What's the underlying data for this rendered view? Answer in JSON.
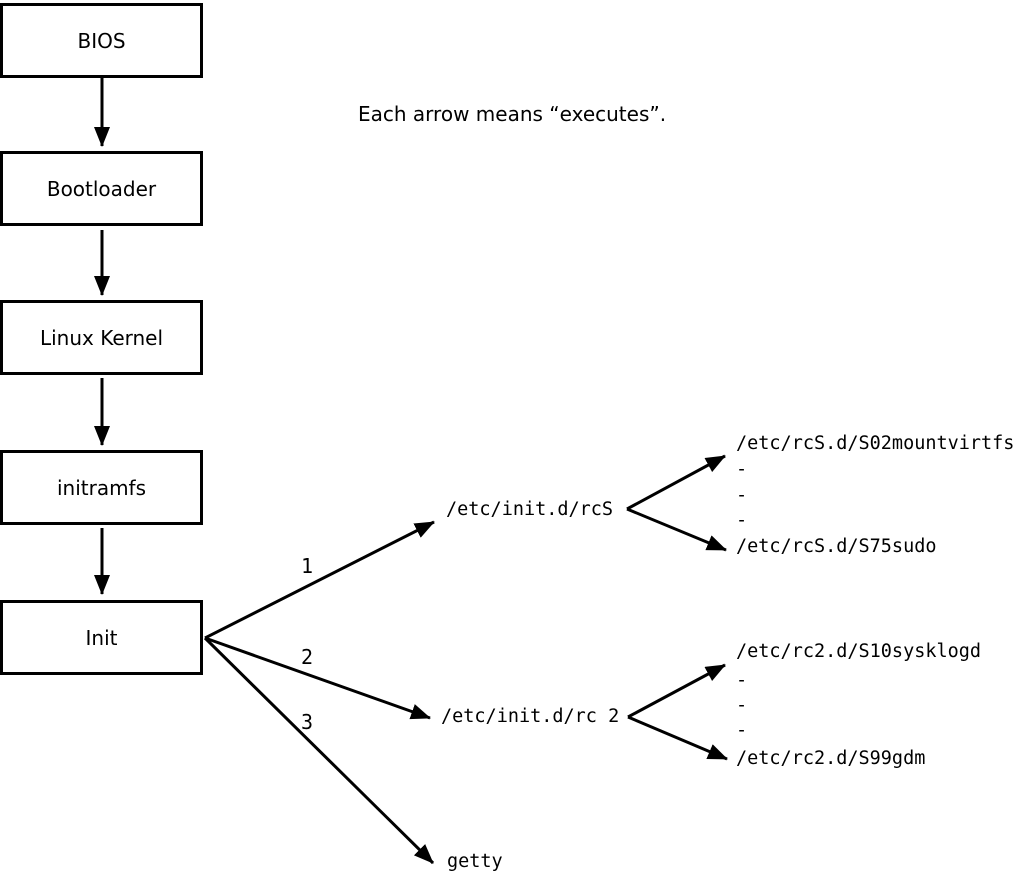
{
  "note": "Each arrow means “executes”.",
  "flow": {
    "boxes": [
      {
        "label": "BIOS"
      },
      {
        "label": "Bootloader"
      },
      {
        "label": "Linux Kernel"
      },
      {
        "label": "initramfs"
      },
      {
        "label": "Init"
      }
    ]
  },
  "branches": [
    {
      "number": "1",
      "target": "/etc/init.d/rcS",
      "children": [
        "/etc/rcS.d/S02mountvirtfs",
        "-",
        "-",
        "-",
        "/etc/rcS.d/S75sudo"
      ]
    },
    {
      "number": "2",
      "target": "/etc/init.d/rc 2",
      "children": [
        "/etc/rc2.d/S10sysklogd",
        "-",
        "-",
        "-",
        "/etc/rc2.d/S99gdm"
      ]
    },
    {
      "number": "3",
      "target": "getty",
      "children": []
    }
  ],
  "colors": {
    "line": "#000000",
    "background": "#ffffff",
    "box_fill": "#ffffff"
  }
}
